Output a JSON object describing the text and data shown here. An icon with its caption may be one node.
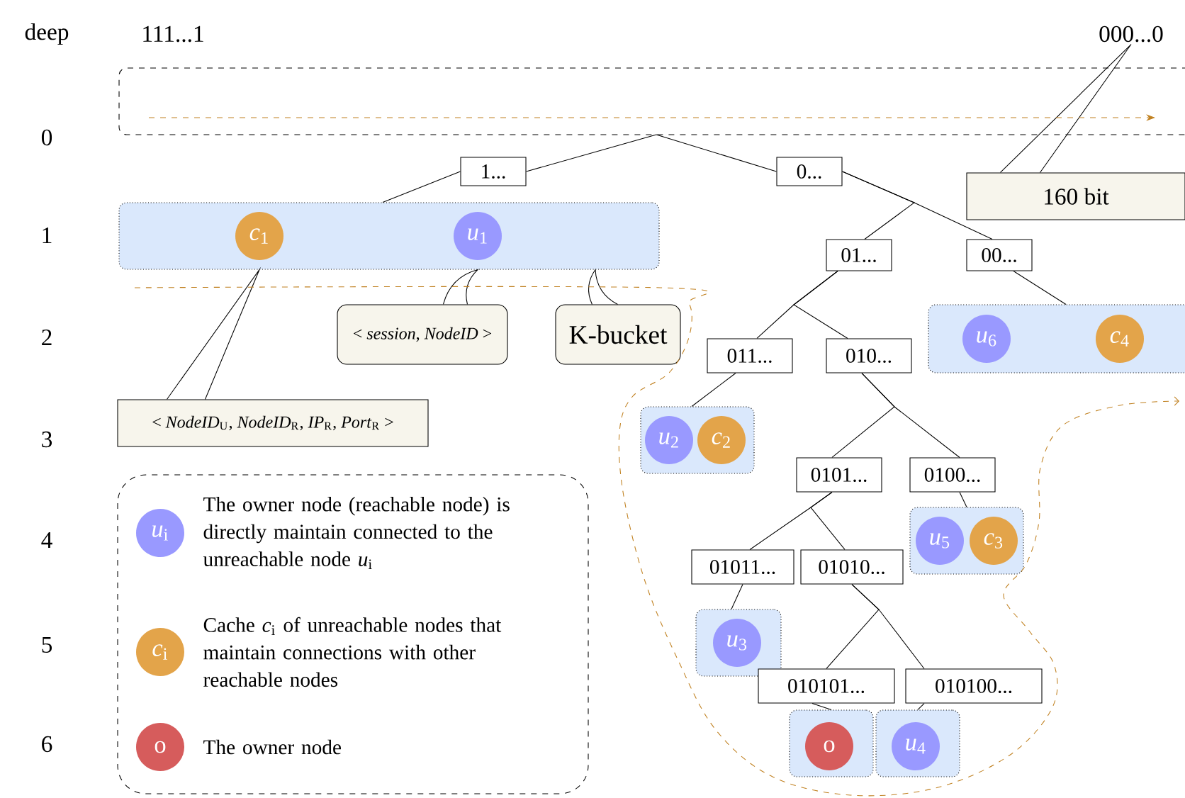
{
  "diagram": {
    "nodes": [
      {
        "text": [
          "000...0"
        ]
      },
      {
        "text": [
          "160 bit"
        ]
      },
      {
        "text": [
          "1..."
        ]
      },
      {
        "text": [
          "0..."
        ]
      },
      {
        "text": [],
        "shape": "box"
      },
      {
        "text": [
          "*c*$_{1}$"
        ],
        "in": 4
      },
      {
        "text": [
          "*u*$_{1}$"
        ],
        "in": 4
      },
      {
        "text": [
          "01..."
        ]
      },
      {
        "text": [
          "00..."
        ]
      },
      {
        "text": [
          "< *session*, *NodeID* >"
        ]
      },
      {
        "text": [
          "K-bucket"
        ]
      },
      {
        "text": [],
        "shape": "box"
      },
      {
        "text": [
          "*u*$_{6}$"
        ],
        "in": 11
      },
      {
        "text": [
          "*c*$_{4}$"
        ],
        "in": 11
      },
      {
        "text": [
          "011..."
        ]
      },
      {
        "text": [
          "010..."
        ]
      },
      {
        "text": [
          "< *NodeID*$_{U}$, *NodeID*$_{R}$, *IP*$_{R}$, *Port*$_{R}$ >"
        ]
      },
      {
        "text": [],
        "shape": "box"
      },
      {
        "text": [
          "*u*$_{2}$"
        ],
        "in": 17
      },
      {
        "text": [
          "*c*$_{2}$"
        ],
        "in": 17
      },
      {
        "text": [
          "0101..."
        ]
      },
      {
        "text": [
          "0100..."
        ]
      },
      {
        "text": [],
        "shape": "box"
      },
      {
        "text": [
          "*u*$_{5}$"
        ],
        "in": 22
      },
      {
        "text": [
          "*c*$_{3}$"
        ],
        "in": 22
      },
      {
        "text": [
          "01011..."
        ]
      },
      {
        "text": [
          "01010..."
        ]
      },
      {
        "text": [],
        "shape": "box"
      },
      {
        "text": [
          "*u*$_{3}$"
        ],
        "in": 27
      },
      {
        "text": [
          "010101..."
        ]
      },
      {
        "text": [
          "010100..."
        ]
      },
      {
        "text": [],
        "shape": "box"
      },
      {
        "text": [
          "o"
        ],
        "in": 31
      },
      {
        "text": [],
        "shape": "box"
      },
      {
        "text": [
          "*u*$_{4}$"
        ],
        "in": 33
      }
    ],
    "edges": [
      {
        "from": 1,
        "to": 0,
        "arrow": "none"
      },
      {
        "from": null,
        "to": 2,
        "arrow": "none"
      },
      {
        "from": null,
        "to": 3,
        "arrow": "none"
      },
      {
        "from": 2,
        "to": 4,
        "arrow": "none"
      },
      {
        "from": 3,
        "to": 7,
        "arrow": "none"
      },
      {
        "from": 3,
        "to": 8,
        "arrow": "none"
      },
      {
        "from": 9,
        "to": 4,
        "arrow": "none"
      },
      {
        "from": 10,
        "to": 4,
        "arrow": "none"
      },
      {
        "from": 16,
        "to": 4,
        "arrow": "none"
      },
      {
        "from": 8,
        "to": 11,
        "arrow": "none"
      },
      {
        "from": 7,
        "to": 14,
        "arrow": "none"
      },
      {
        "from": 7,
        "to": 15,
        "arrow": "none"
      },
      {
        "from": 14,
        "to": 17,
        "arrow": "none"
      },
      {
        "from": 15,
        "to": 20,
        "arrow": "none"
      },
      {
        "from": 15,
        "to": 21,
        "arrow": "none"
      },
      {
        "from": 21,
        "to": 22,
        "arrow": "none"
      },
      {
        "from": 20,
        "to": 25,
        "arrow": "none"
      },
      {
        "from": 20,
        "to": 26,
        "arrow": "none"
      },
      {
        "from": 25,
        "to": 27,
        "arrow": "none"
      },
      {
        "from": 26,
        "to": 29,
        "arrow": "none"
      },
      {
        "from": 26,
        "to": 30,
        "arrow": "none"
      },
      {
        "from": 29,
        "to": 31,
        "arrow": "none"
      },
      {
        "from": 30,
        "to": 33,
        "arrow": "none"
      }
    ],
    "labels": [
      "deep",
      "111...1",
      "0",
      "1",
      "2",
      "3",
      "4",
      "*u*$_{i}$",
      "5",
      "*c*$_{i}$",
      "6",
      "o"
    ],
    "legend": [
      {
        "text": "The owner node (reachable node) is directly maintain connected to the unreachable node *u*$_{i}$",
        "color": "#9999ff"
      },
      {
        "text": "Cache *c*$_{i}$ of unreachable nodes that maintain connections with other reachable nodes",
        "color": "#e3a44a"
      },
      {
        "text": "The owner node",
        "color": "#d65c5c"
      }
    ]
  }
}
